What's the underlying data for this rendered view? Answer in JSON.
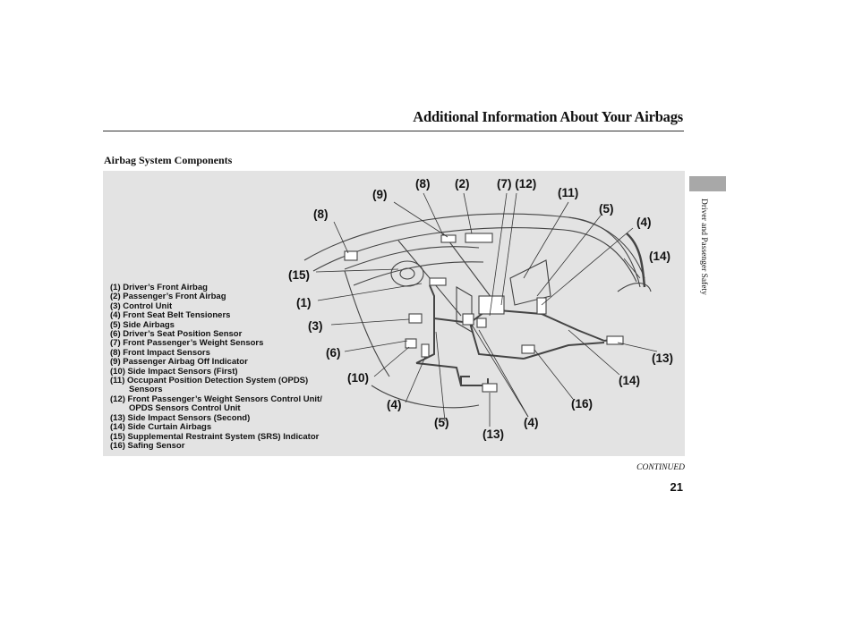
{
  "header": {
    "title": "Additional Information About Your Airbags"
  },
  "section": {
    "heading": "Airbag System Components"
  },
  "callouts": {
    "c8a": "(8)",
    "c9": "(9)",
    "c8b": "(8)",
    "c2": "(2)",
    "c7_12": "(7) (12)",
    "c11": "(11)",
    "c5a": "(5)",
    "c4a": "(4)",
    "c14a": "(14)",
    "c15": "(15)",
    "c1": "(1)",
    "c3": "(3)",
    "c6": "(6)",
    "c10": "(10)",
    "c4b": "(4)",
    "c5b": "(5)",
    "c13a": "(13)",
    "c4c": "(4)",
    "c16": "(16)",
    "c14b": "(14)",
    "c13b": "(13)"
  },
  "legend": [
    "(1) Driver’s Front Airbag",
    "(2) Passenger’s Front Airbag",
    "(3) Control Unit",
    "(4) Front Seat Belt Tensioners",
    "(5) Side Airbags",
    "(6) Driver’s Seat Position Sensor",
    "(7) Front Passenger’s Weight Sensors",
    "(8) Front Impact Sensors",
    "(9) Passenger Airbag Off Indicator",
    "(10) Side Impact Sensors (First)",
    "(11) Occupant Position Detection System (OPDS)",
    "Sensors",
    "(12) Front Passenger’s Weight Sensors Control Unit/",
    "OPDS Sensors Control Unit",
    "(13) Side Impact Sensors (Second)",
    "(14) Side Curtain Airbags",
    "(15) Supplemental Restraint System (SRS) Indicator",
    "(16) Safing Sensor"
  ],
  "sidebar": {
    "tab_label": "Driver and Passenger Safety"
  },
  "footer": {
    "continued": "CONTINUED",
    "page_number": "21"
  },
  "colors": {
    "figure_background": "#e3e3e3",
    "tab": "#a8a8a8"
  }
}
